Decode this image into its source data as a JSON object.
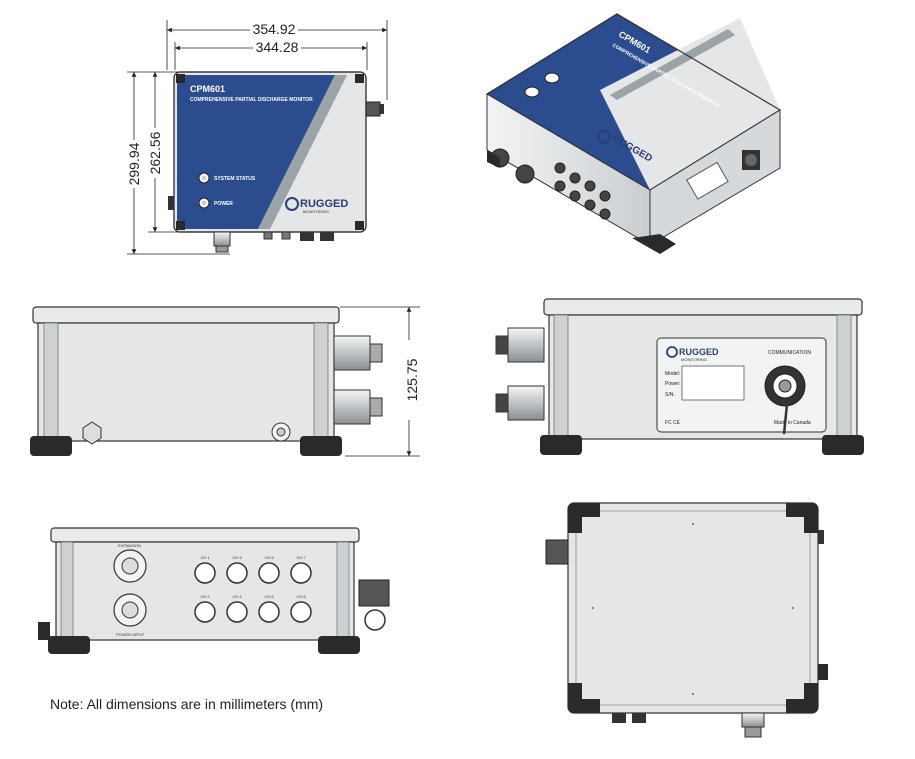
{
  "dimensions": {
    "overall_width": "354.92",
    "body_width": "344.28",
    "overall_height": "299.94",
    "body_height": "262.56",
    "depth": "125.75"
  },
  "product": {
    "model": "CPM601",
    "description": "COMPREHENSIVE PARTIAL DISCHARGE MONITOR",
    "brand": "RUGGED",
    "brand_sub": "MONITORING"
  },
  "front_labels": {
    "system_status": "SYSTEM STATUS",
    "power": "POWER"
  },
  "nameplate": {
    "communication": "COMMUNICATION",
    "model_label": "Model:",
    "power_label": "Power:",
    "sn_label": "S/N:",
    "cert": "FC CE",
    "made_in": "Made in Canada"
  },
  "bottom_panel": {
    "expansion": "EXPANSION",
    "power_input": "POWER INPUT",
    "channels_top": [
      "CH 1",
      "CH 3",
      "CH 5",
      "CH 7"
    ],
    "channels_bottom": [
      "CH 2",
      "CH 4",
      "CH 6",
      "CH 8"
    ]
  },
  "note": "Note: All dimensions are in millimeters (mm)",
  "colors": {
    "panel_blue": "#2b4c8e",
    "panel_grey": "#9aa3a8",
    "panel_light": "#e4e6e7",
    "outline": "#333333",
    "dark_rubber": "#2a2a2a"
  }
}
